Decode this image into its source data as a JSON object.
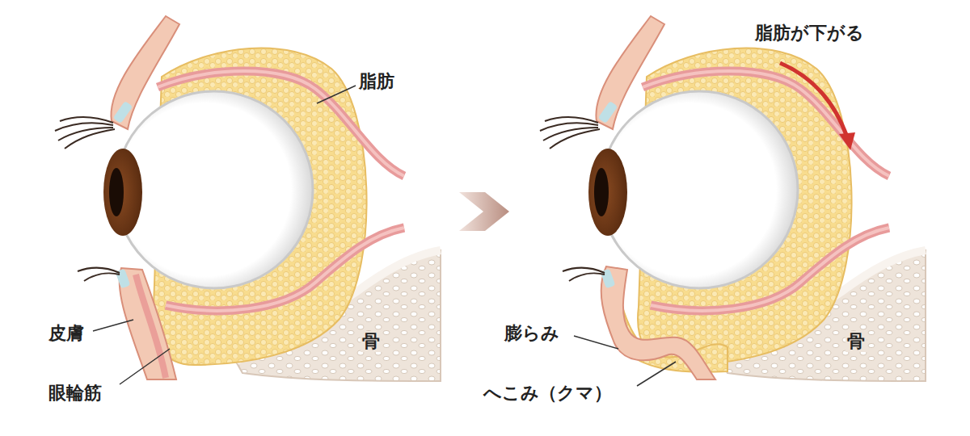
{
  "diagram": {
    "labels": [
      "脂肪",
      "皮膚",
      "眼輪筋",
      "骨",
      "脂肪が下がる",
      "膨らみ",
      "へこみ（クマ）",
      "骨"
    ]
  }
}
